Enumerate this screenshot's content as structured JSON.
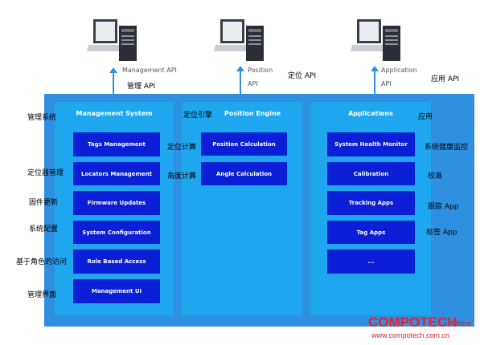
{
  "top": {
    "management_api_en": "Management API",
    "management_api_cn": "管理 API",
    "position_en1": "Position",
    "position_en2": "API",
    "position_cn": "定位 API",
    "application_en1": "Application",
    "application_en2": "API",
    "application_cn": "应用 API"
  },
  "panels": {
    "management": {
      "title": "Management System",
      "cn": "管理系统"
    },
    "position": {
      "title": "Position Engine",
      "cn": "定位引擎"
    },
    "applications": {
      "title": "Applications",
      "cn": "应用"
    }
  },
  "management_items": [
    {
      "en": "Tags Management",
      "cn": ""
    },
    {
      "en": "Locators Management",
      "cn": "定位器管理"
    },
    {
      "en": "Firmware Updates",
      "cn": "固件更新"
    },
    {
      "en": "System Configuration",
      "cn": "系统配置"
    },
    {
      "en": "Role Based Access",
      "cn": "基于角色的访问"
    },
    {
      "en": "Management UI",
      "cn": "管理界面"
    }
  ],
  "position_items": [
    {
      "en": "Position Calculation",
      "cn": "定位计算"
    },
    {
      "en": "Angle Calculation",
      "cn": "角度计算"
    }
  ],
  "application_items": [
    {
      "en": "System Health Monitor",
      "cn": "系统健康监控"
    },
    {
      "en": "Calibration",
      "cn": "校准"
    },
    {
      "en": "Tracking Apps",
      "cn": "跟踪 App"
    },
    {
      "en": "Tag Apps",
      "cn": "标签 App"
    },
    {
      "en": "...",
      "cn": ""
    }
  ],
  "watermark": {
    "brand": "COMPOTECH",
    "suffix": "China",
    "url": "www.compotech.com.cn"
  },
  "colors": {
    "outer": "#2f8fe0",
    "panel": "#1ea6ee",
    "box": "#0b1fd6",
    "brand": "#e8202a"
  }
}
